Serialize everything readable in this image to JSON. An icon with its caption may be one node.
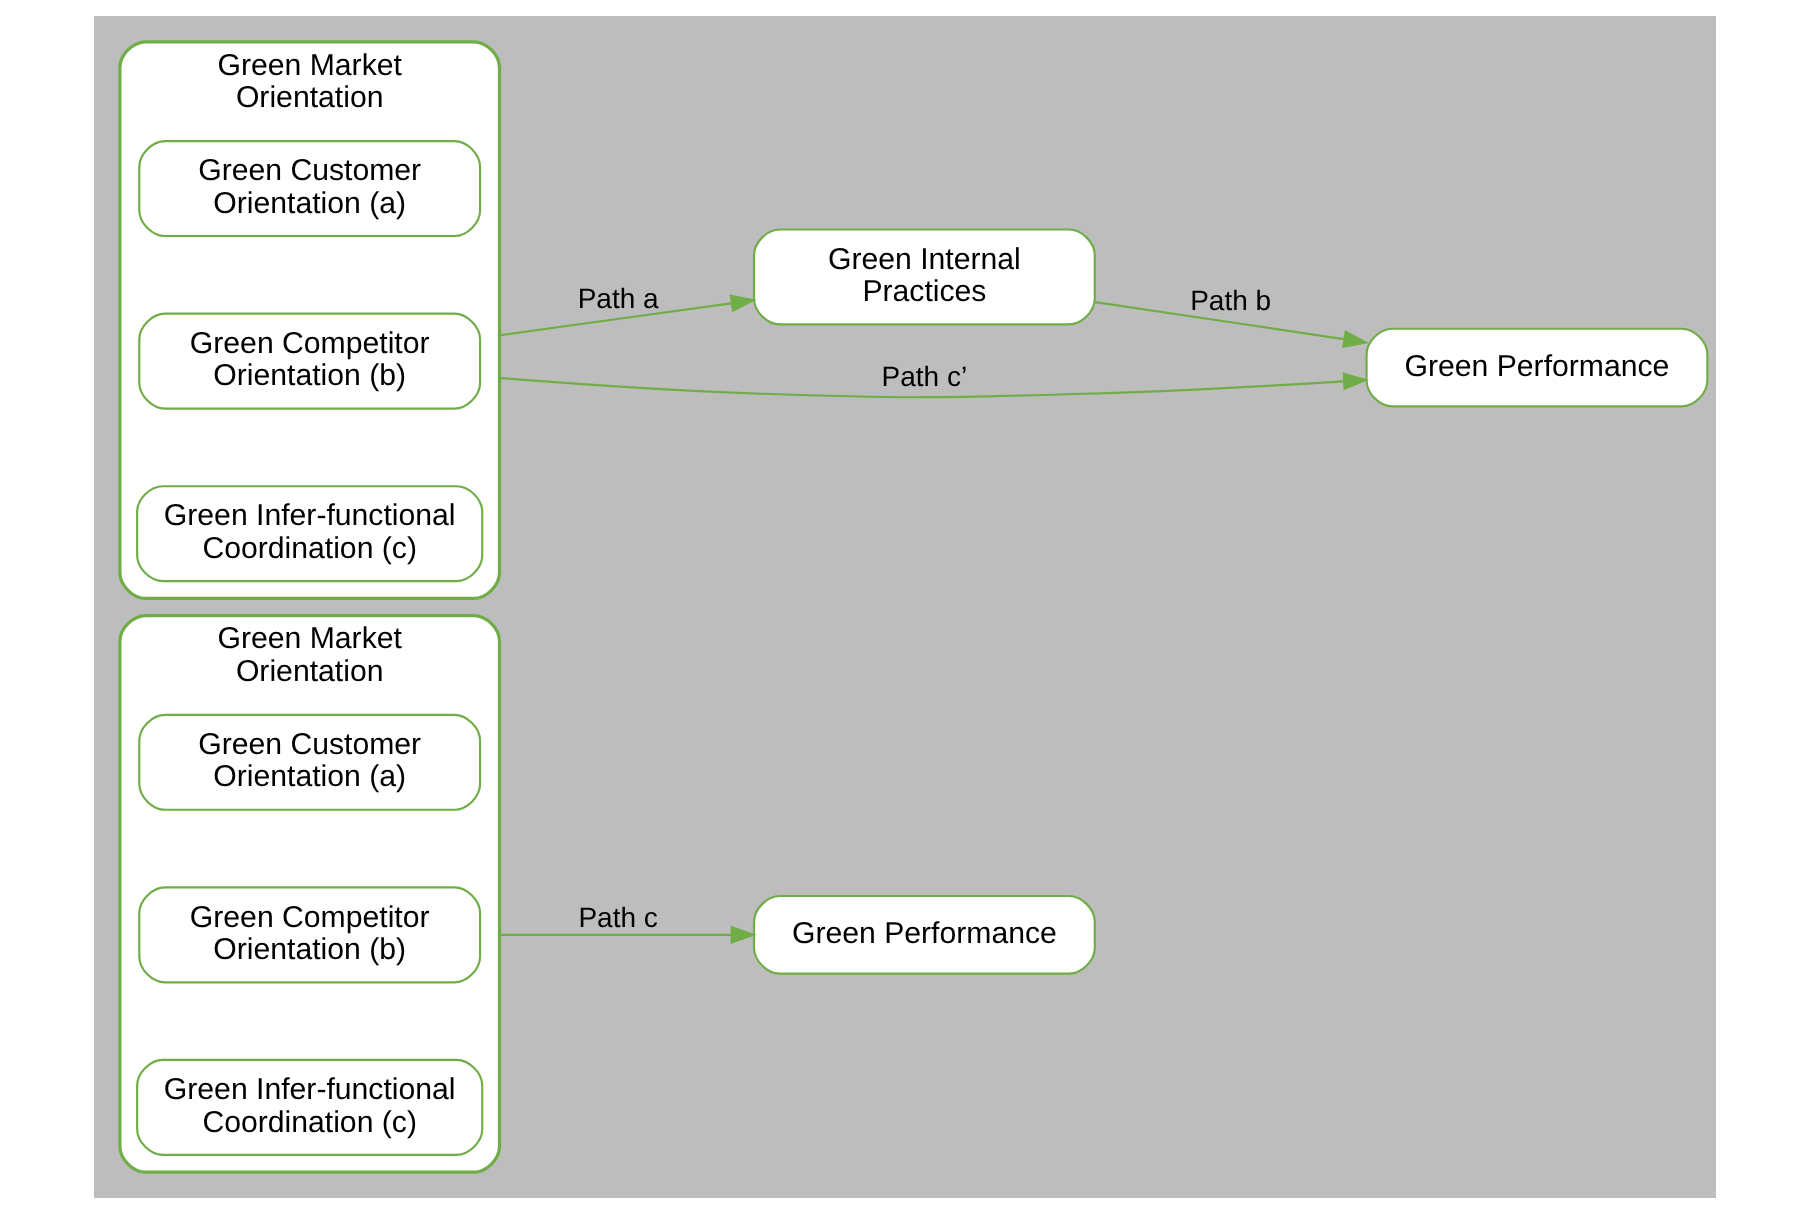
{
  "diagram": {
    "nodes": [
      {
        "text": [
          "Green Market Orientation"
        ]
      },
      {
        "text": [
          "Green Customer Orientation (a)"
        ],
        "in": 0
      },
      {
        "text": [
          "Green Competitor Orientation (b)"
        ],
        "in": 0
      },
      {
        "text": [
          "Green Infer-functional Coordination (c)"
        ],
        "in": 0
      },
      {
        "text": [
          "Green Performance"
        ]
      },
      {
        "text": [
          "Green Market Orientation"
        ]
      },
      {
        "text": [
          "Green Customer Orientation (a)"
        ],
        "in": 5
      },
      {
        "text": [
          "Green Competitor Orientation (b)"
        ],
        "in": 5
      },
      {
        "text": [
          "Green Infer-functional Coordination (c)"
        ],
        "in": 5
      },
      {
        "text": [
          "Green Internal Practices"
        ]
      },
      {
        "text": [
          "Green Performance"
        ]
      }
    ],
    "edges": [
      {
        "from": 0,
        "to": 4,
        "arrow": "to",
        "label": "Path c"
      },
      {
        "from": 5,
        "to": 9,
        "arrow": "to",
        "label": "Path a"
      },
      {
        "from": 9,
        "to": 10,
        "arrow": "to",
        "label": "Path b"
      },
      {
        "from": 5,
        "to": 10,
        "arrow": "to",
        "label": "Path c’"
      }
    ]
  }
}
